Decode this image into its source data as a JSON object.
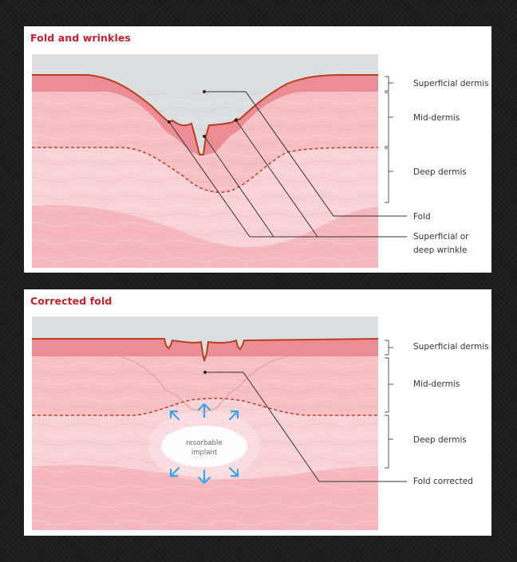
{
  "colors": {
    "background": "#1a1a1a",
    "panel": "#ffffff",
    "title_red": "#c8202a",
    "surface_line": "#b8401e",
    "air": "#dcdfe1",
    "superficial": "#ec8d95",
    "mid": "#f6c0c5",
    "deep": "#f9d2d6",
    "lower": "#f5b8bf",
    "arrow_blue": "#3aa4e8",
    "leader": "#333333"
  },
  "panels": [
    {
      "title": "Fold and wrinkles",
      "labels": {
        "superficial_dermis": "Superficial dermis",
        "mid_dermis": "Mid-dermis",
        "deep_dermis": "Deep dermis",
        "fold": "Fold",
        "wrinkle_line1": "Superficial or",
        "wrinkle_line2": "deep wrinkle"
      }
    },
    {
      "title": "Corrected fold",
      "labels": {
        "superficial_dermis": "Superficial dermis",
        "mid_dermis": "Mid-dermis",
        "deep_dermis": "Deep dermis",
        "fold_corrected": "Fold corrected",
        "implant_line1": "resorbable",
        "implant_line2": "implant"
      }
    }
  ]
}
